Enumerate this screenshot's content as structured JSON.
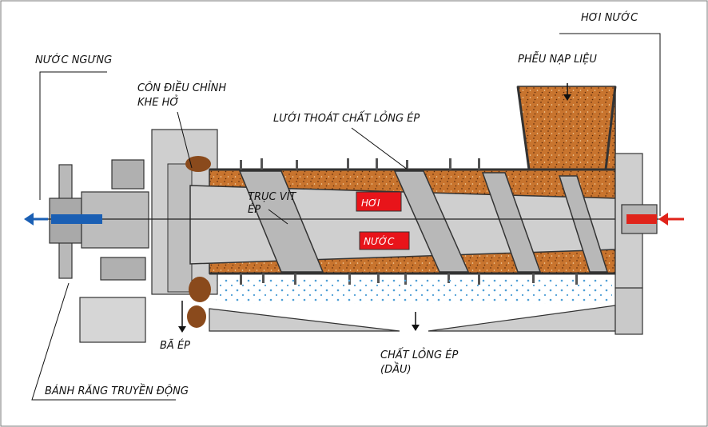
{
  "labels": {
    "steam": "HƠI NƯỚC",
    "condensate": "NƯỚC NGƯNG",
    "feed_hopper": "PHỄU NẠP LIỆU",
    "adjust_cone_line1": "CÔN ĐIỀU CHỈNH",
    "adjust_cone_line2": "KHE HỞ",
    "screen": "LƯỚI THOÁT CHẤT LỎNG ÉP",
    "screw_shaft_line1": "TRỤC VÍT",
    "screw_shaft_line2": "ÉP",
    "steam_tag": "HƠI",
    "water_tag": "NƯỚC",
    "press_cake": "BÃ ÉP",
    "press_liquid_line1": "CHẤT LỎNG ÉP",
    "press_liquid_line2": "(DẦU)",
    "drive_gear": "BÁNH RĂNG TRUYỀN ĐỘNG"
  },
  "colors": {
    "steam_flow": "#e0231a",
    "condensate_flow": "#1a5fb4",
    "material": "#c8742e",
    "metal": "#c9c9c9",
    "tag": "#e8141a"
  }
}
